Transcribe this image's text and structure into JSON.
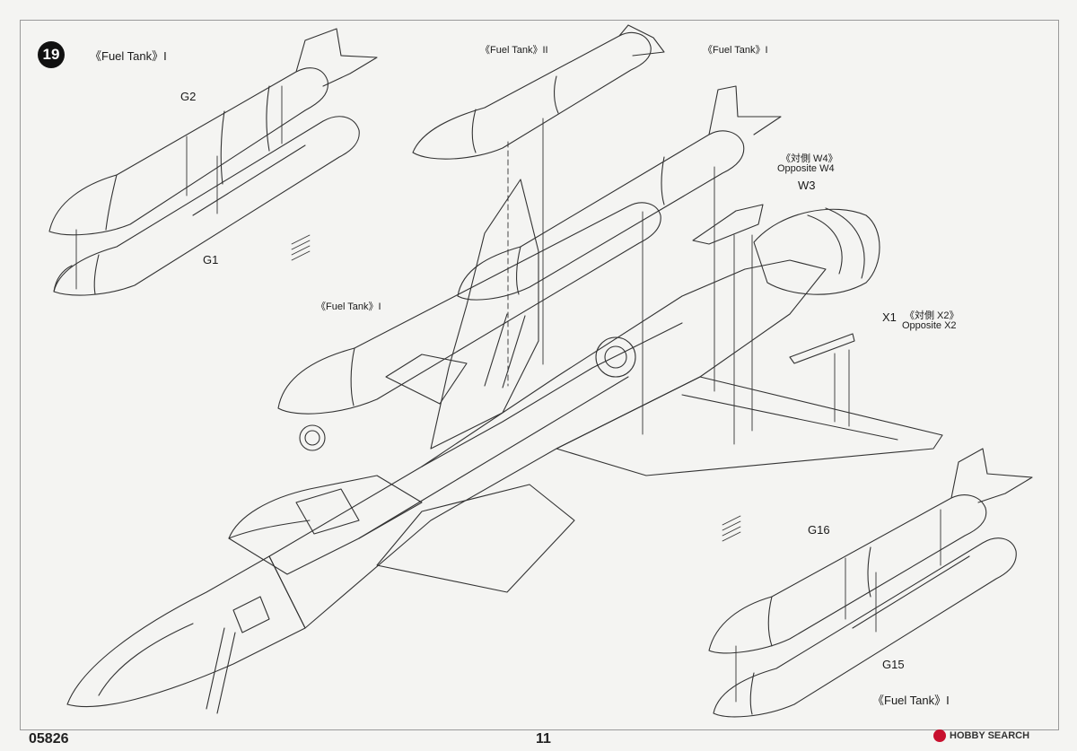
{
  "step": {
    "number": "19"
  },
  "labels": {
    "fuel_tank_i_top_left": "《Fuel Tank》I",
    "fuel_tank_ii_top": "《Fuel Tank》II",
    "fuel_tank_i_top_right": "《Fuel Tank》I",
    "fuel_tank_i_mid_left": "《Fuel Tank》I",
    "fuel_tank_i_bottom_right": "《Fuel Tank》I",
    "g2": "G2",
    "g1": "G1",
    "g16": "G16",
    "g15": "G15",
    "w4_cjk": "《対側 W4》",
    "w4_opposite": "Opposite W4",
    "w3": "W3",
    "x1": "X1",
    "x2_cjk": "《対側 X2》",
    "x2_opposite": "Opposite X2"
  },
  "footer": {
    "product_code": "05826",
    "page_number": "11",
    "watermark": "HOBBY SEARCH"
  },
  "colors": {
    "line": "#333333",
    "paper": "#f4f4f2",
    "badge": "#111111"
  }
}
